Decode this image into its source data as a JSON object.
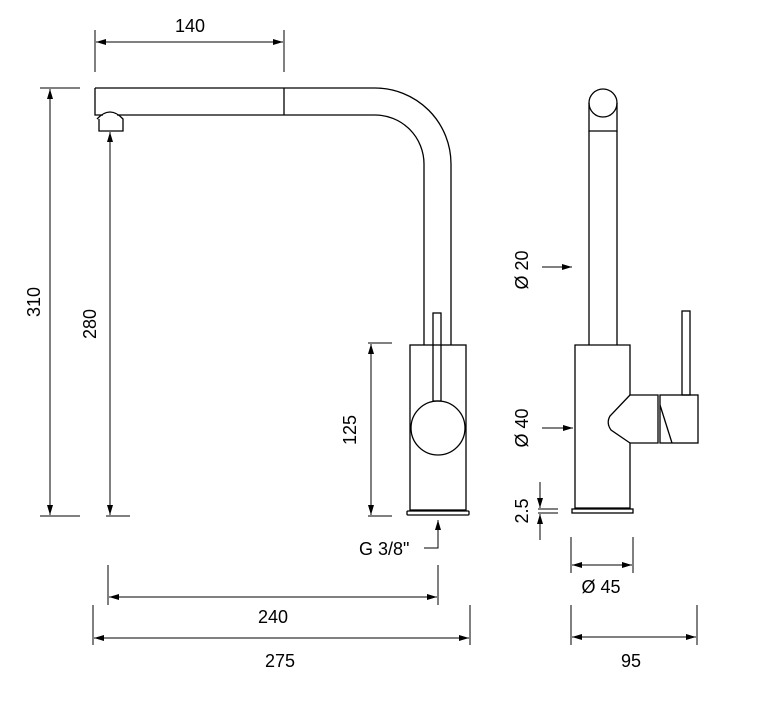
{
  "drawing": {
    "title": "Kitchen mixer tap dimension drawing",
    "front_view": {
      "dims": {
        "spout_reach": "140",
        "total_height": "310",
        "spout_height": "280",
        "body_height": "125",
        "spout_projection": "240",
        "total_depth": "275",
        "connection": "G 3/8\""
      }
    },
    "side_view": {
      "dims": {
        "spout_diameter": "Ø 20",
        "body_diameter": "Ø 40",
        "base_thickness": "2.5",
        "base_diameter": "Ø 45",
        "total_width": "95"
      }
    },
    "colors": {
      "line": "#000000",
      "background": "#ffffff"
    }
  }
}
